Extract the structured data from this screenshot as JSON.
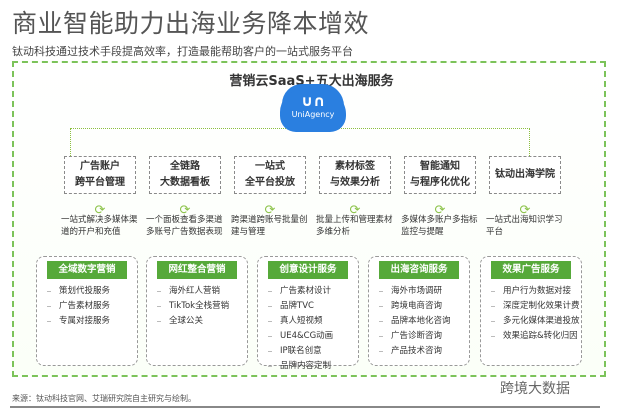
{
  "title": "商业智能助力出海业务降本增效",
  "subtitle": "钛动科技通过技术手段提高效率，打造最能帮助客户的一站式服务平台",
  "heading": "营销云SaaS+五大出海服务",
  "cloud": {
    "logo": "∪∩",
    "name": "UniAgency"
  },
  "platforms": [
    {
      "line1": "广告账户",
      "line2": "跨平台管理",
      "desc": "一站式解决多媒体渠道的开户和充值"
    },
    {
      "line1": "全链路",
      "line2": "大数据看板",
      "desc": "一个面板查看多渠道多账号广告数据表现"
    },
    {
      "line1": "一站式",
      "line2": "全平台投放",
      "desc": "跨渠道跨账号批量创建与管理"
    },
    {
      "line1": "素材标签",
      "line2": "与效果分析",
      "desc": "批量上传和管理素材多维分析"
    },
    {
      "line1": "智能通知",
      "line2": "与程序化优化",
      "desc": "多媒体多账户多指标监控与提醒"
    },
    {
      "line1": "钛动出海学院",
      "line2": "",
      "desc": "一站式出海知识学习平台"
    }
  ],
  "services": [
    {
      "title": "全域数字营销",
      "items": [
        "策划代投服务",
        "广告素材服务",
        "专属对接服务"
      ]
    },
    {
      "title": "网红整合营销",
      "items": [
        "海外红人营销",
        "TikTok全栈营销",
        "全球公关"
      ]
    },
    {
      "title": "创意设计服务",
      "items": [
        "广告素材设计",
        "品牌TVC",
        "真人短视频",
        "UE4&CG动画",
        "IP联名创意",
        "品牌内容定制"
      ]
    },
    {
      "title": "出海咨询服务",
      "items": [
        "海外市场调研",
        "跨境电商咨询",
        "品牌本地化咨询",
        "广告诊断咨询",
        "产品技术咨询"
      ]
    },
    {
      "title": "效果广告服务",
      "items": [
        "用户行为数据对接",
        "深度定制化效果计费",
        "多元化媒体渠道投放",
        "效果追踪&转化归因"
      ]
    }
  ],
  "source": "来源：钛动科技官网、艾瑞研究院自主研究与绘制。",
  "watermark": "跨境大数据",
  "colors": {
    "green": "#56a93a",
    "blue": "#2a7fe0"
  }
}
